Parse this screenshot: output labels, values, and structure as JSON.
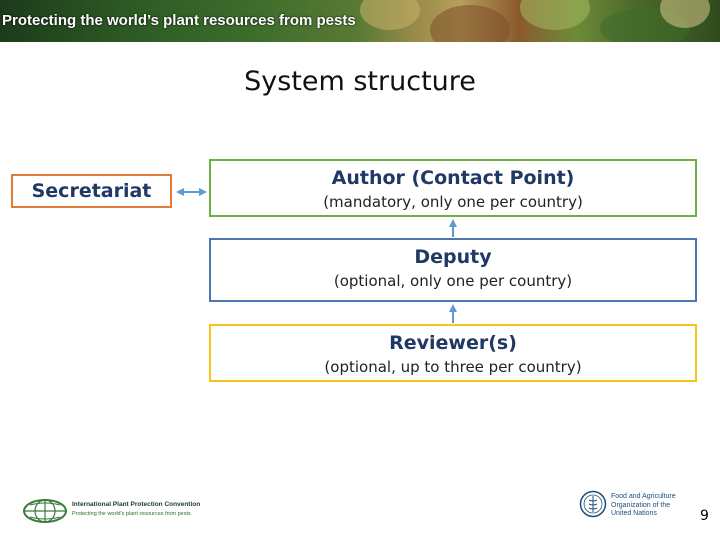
{
  "header": {
    "banner_title": "Protecting the world’s plant resources from pests"
  },
  "slide": {
    "title": "System structure"
  },
  "diagram": {
    "secretariat": {
      "label": "Secretariat",
      "color": "#e07b39"
    },
    "author": {
      "label": "Author (Contact Point)",
      "note": "(mandatory, only one per country)",
      "color": "#70ad47"
    },
    "deputy": {
      "label": "Deputy",
      "note": "(optional, only one per country)",
      "color": "#4f75b0"
    },
    "reviewer": {
      "label": "Reviewer(s)",
      "note": "(optional, up to three per country)",
      "color": "#f5c518"
    },
    "arrow_color": "#5b9bd5"
  },
  "footer": {
    "ippc_name": "International Plant Protection Convention",
    "ippc_tagline": "Protecting the world's plant resources from pests",
    "fao_lines": [
      "Food and Agriculture",
      "Organization of the",
      "United Nations"
    ],
    "page_number": "9"
  }
}
